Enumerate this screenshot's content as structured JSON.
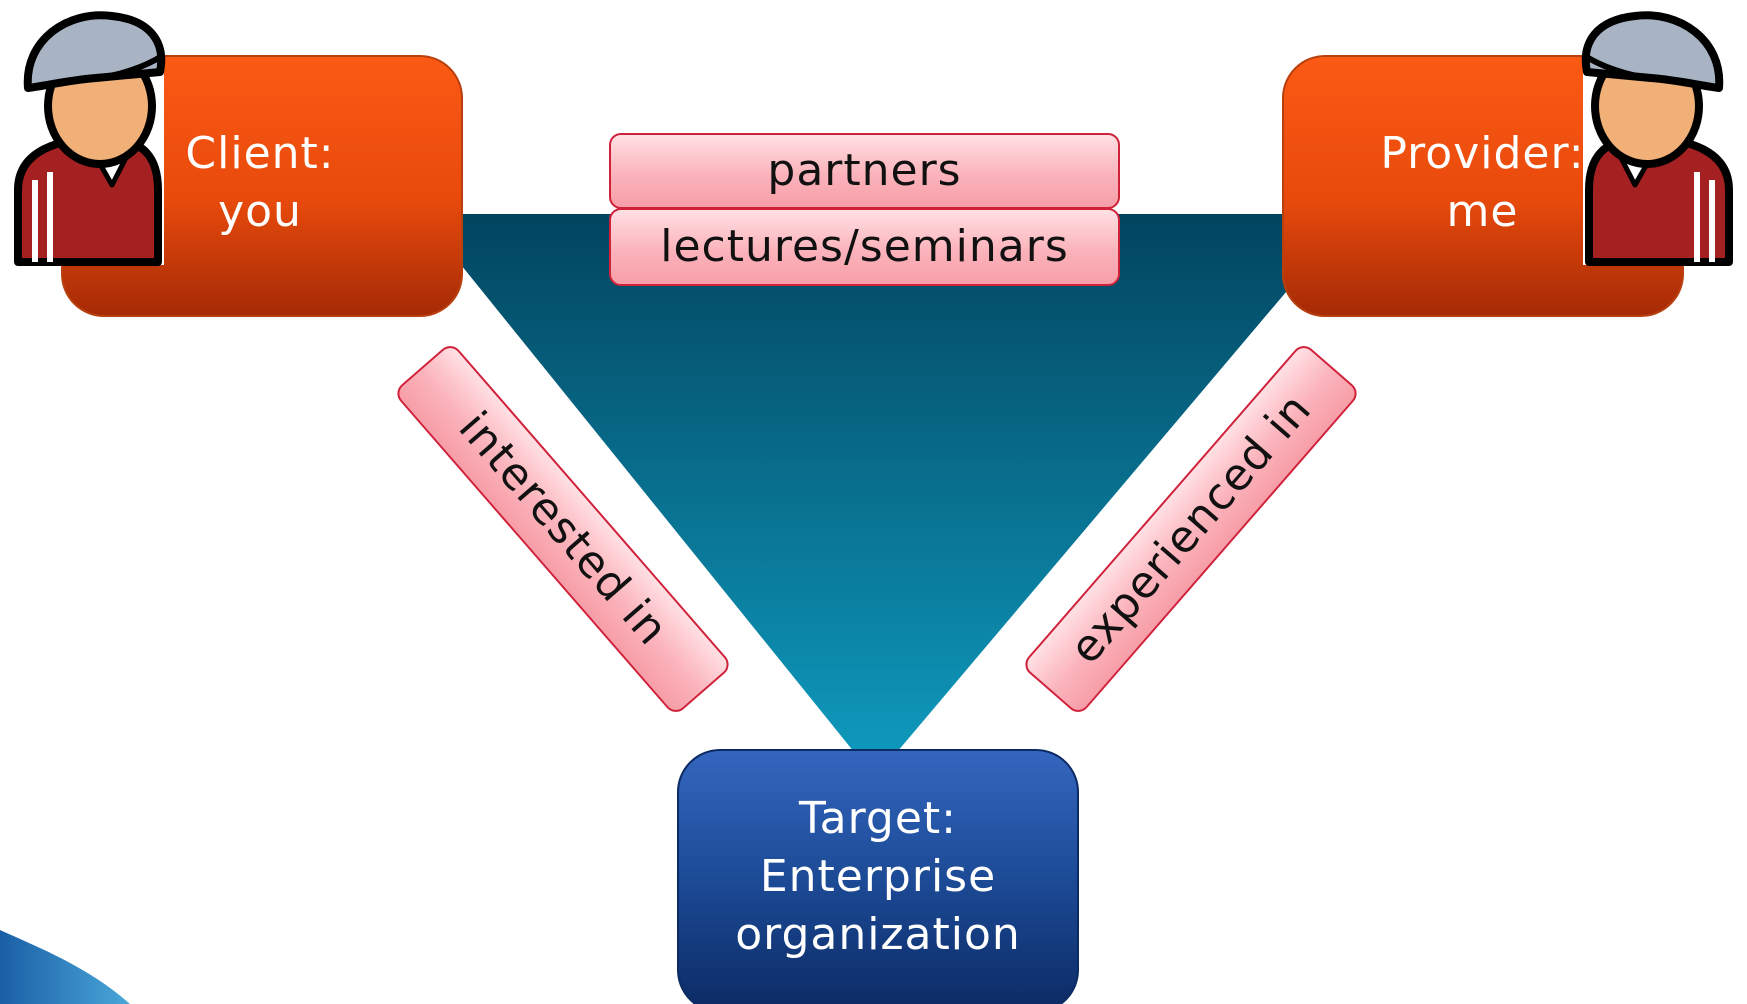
{
  "nodes": {
    "client": {
      "label_line1": "Client:",
      "label_line2": "you",
      "color": "#e04a10"
    },
    "provider": {
      "label_line1": "Provider:",
      "label_line2": "me",
      "color": "#e04a10"
    },
    "target": {
      "label_line1": "Target:",
      "label_line2": "Enterprise",
      "label_line3": "organization",
      "color": "#163f86"
    }
  },
  "edges": {
    "top_label_1": "partners",
    "top_label_2": "lectures/seminars",
    "left_label": "interested in",
    "right_label": "experienced in"
  },
  "colors": {
    "triangle_top": "#02455f",
    "triangle_bottom": "#0f9cc0",
    "label_fill": "#fbb3bb",
    "label_border": "#d0213a"
  },
  "icons": [
    "person-icon",
    "person-icon"
  ]
}
